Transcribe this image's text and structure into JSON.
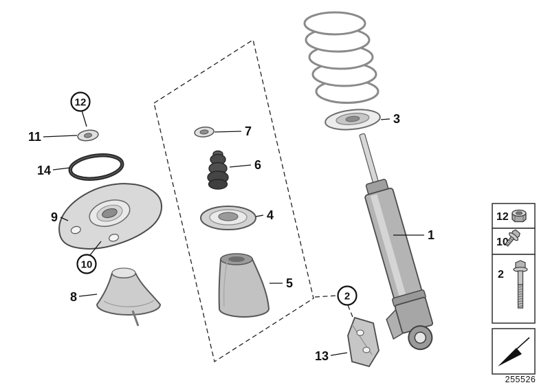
{
  "doc_number": "255526",
  "colors": {
    "line": "#111111",
    "part_light": "#e0e0e0",
    "part_mid": "#b4b4b4",
    "part_dark": "#4a4a4a",
    "rubber_dark": "#474747"
  },
  "callouts": {
    "n1": "1",
    "n2": "2",
    "n3": "3",
    "n4": "4",
    "n5": "5",
    "n6": "6",
    "n7": "7",
    "n8": "8",
    "n9": "9",
    "n10": "10",
    "n11": "11",
    "n12": "12",
    "n13": "13",
    "n14": "14"
  },
  "legend": {
    "rows": [
      {
        "label": "12",
        "icon": "lock-nut-icon"
      },
      {
        "label": "10",
        "icon": "flange-bolt-icon"
      },
      {
        "label": "2",
        "icon": "hex-bolt-icon"
      }
    ],
    "symbol_icon": "direction-arrow-icon"
  }
}
